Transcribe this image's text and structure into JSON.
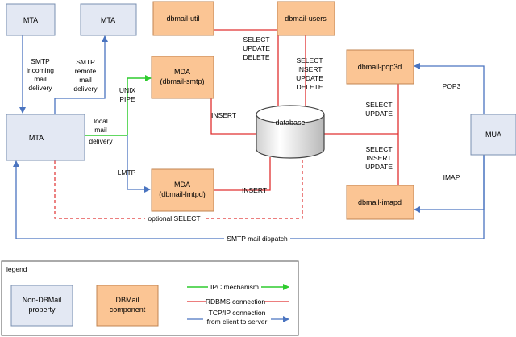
{
  "colors": {
    "non_dbmail_fill": "#e3e8f3",
    "non_dbmail_stroke": "#7a8fb0",
    "dbmail_fill": "#fbc594",
    "dbmail_stroke": "#c08452",
    "ipc": "#2ecc2e",
    "rdbms": "#e03030",
    "tcp": "#4a74c0",
    "optional": "#e03030"
  },
  "nodes": {
    "mta_top_left": "MTA",
    "mta_top_right": "MTA",
    "mta_main": "MTA",
    "dbmail_util": "dbmail-util",
    "dbmail_users": "dbmail-users",
    "mda_smtp": [
      "MDA",
      "(dbmail-smtp)"
    ],
    "mda_lmtpd": [
      "MDA",
      "(dbmail-lmtpd)"
    ],
    "dbmail_pop3d": "dbmail-pop3d",
    "dbmail_imapd": "dbmail-imapd",
    "database": "database",
    "mua": "MUA"
  },
  "edge_labels": {
    "smtp_incoming": [
      "SMTP",
      "incoming",
      "mail",
      "delivery"
    ],
    "smtp_remote": [
      "SMTP",
      "remote",
      "mail",
      "delivery"
    ],
    "local_delivery": [
      "local",
      "mail",
      "delivery"
    ],
    "unix_pipe": [
      "UNIX",
      "PIPE"
    ],
    "lmtp": "LMTP",
    "insert_smtp": "INSERT",
    "insert_lmtp": "INSERT",
    "util_ops": [
      "SELECT",
      "UPDATE",
      "DELETE"
    ],
    "users_ops": [
      "SELECT",
      "INSERT",
      "UPDATE",
      "DELETE"
    ],
    "pop3_ops": [
      "SELECT",
      "UPDATE"
    ],
    "imap_ops": [
      "SELECT",
      "INSERT",
      "UPDATE"
    ],
    "pop3": "POP3",
    "imap": "IMAP",
    "optional_select": "optional SELECT",
    "smtp_dispatch": "SMTP mail dispatch"
  },
  "legend": {
    "title": "legend",
    "non_dbmail": [
      "Non-DBMail",
      "property"
    ],
    "dbmail": [
      "DBMail",
      "component"
    ],
    "ipc": "IPC mechanism",
    "rdbms": "RDBMS connection",
    "tcp": [
      "TCP/IP connection",
      "from client to server"
    ]
  }
}
